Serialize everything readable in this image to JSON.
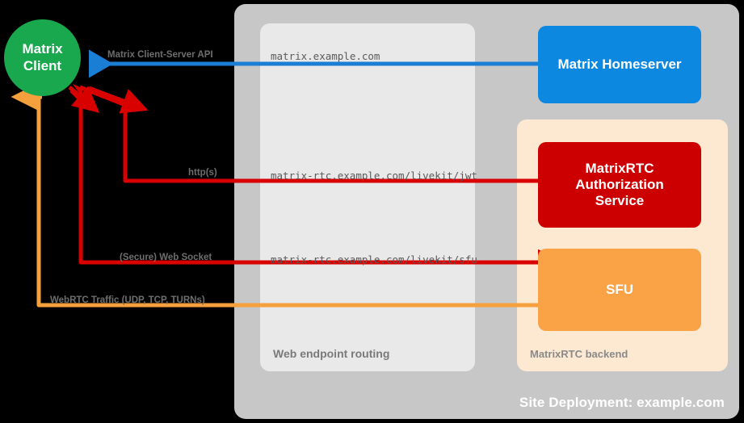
{
  "diagram": {
    "title": "Site Deployment: example.com",
    "background": "#000000"
  },
  "containers": {
    "site_deployment": {
      "label": "Site Deployment: example.com",
      "color": "#c7c7c7"
    },
    "web_endpoint_routing": {
      "label": "Web endpoint routing",
      "color": "#e9e9e9"
    },
    "matrixrtc_backend": {
      "label": "MatrixRTC backend",
      "color": "#fde8d2"
    }
  },
  "nodes": {
    "client": {
      "line1": "Matrix",
      "line2": "Client",
      "color": "#1aa84f",
      "shape": "circle"
    },
    "homeserver": {
      "label": "Matrix Homeserver",
      "color": "#0d88e0",
      "shape": "rounded-rect"
    },
    "auth_service": {
      "line1": "MatrixRTC",
      "line2": "Authorization",
      "line3": "Service",
      "color": "#cc0000",
      "shape": "rounded-rect"
    },
    "sfu": {
      "label": "SFU",
      "color": "#f9a246",
      "shape": "rounded-rect"
    }
  },
  "edges": [
    {
      "id": "client-server-api",
      "protocol_label": "Matrix Client-Server API",
      "endpoint_label": "matrix.example.com",
      "color": "#1a7fd4",
      "from": "homeserver",
      "to": "client",
      "direction": "left"
    },
    {
      "id": "jwt-https",
      "protocol_label": "http(s)",
      "endpoint_label": "matrix-rtc.example.com/livekit/jwt",
      "color": "#d90000",
      "from": "client",
      "to": "auth_service",
      "direction": "right"
    },
    {
      "id": "sfu-websocket",
      "protocol_label": "(Secure) Web Socket",
      "endpoint_label": "matrix-rtc.example.com/livekit/sfu",
      "color": "#d90000",
      "from": "client",
      "to": "sfu",
      "direction": "right"
    },
    {
      "id": "webrtc-traffic",
      "protocol_label": "WebRTC Traffic (UDP, TCP, TURNs)",
      "endpoint_label": "",
      "color": "#f5a03c",
      "from": "client",
      "to": "sfu",
      "direction": "right"
    }
  ]
}
